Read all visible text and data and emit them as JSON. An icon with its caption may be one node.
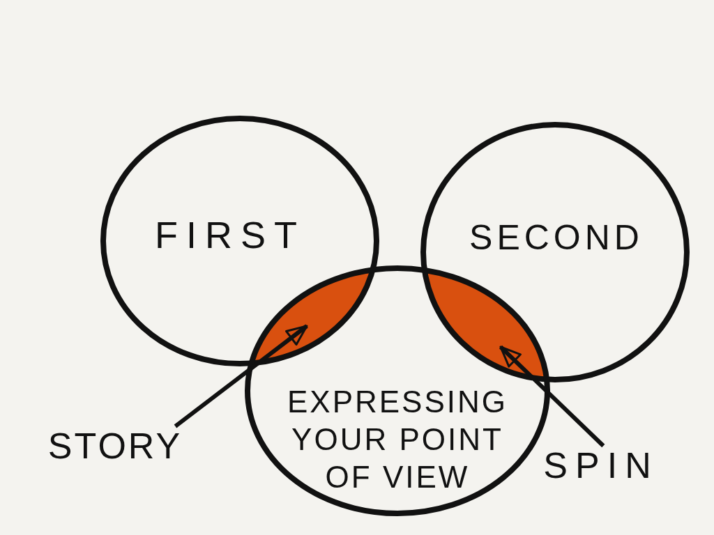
{
  "diagram": {
    "nodes": [
      {
        "text": [
          "FIRST"
        ]
      },
      {
        "text": [
          "SECOND"
        ]
      },
      {
        "text": [
          "EXPRESSING YOUR POINT OF VIEW"
        ]
      },
      {
        "text": [],
        "shape": "lens"
      },
      {
        "text": [],
        "shape": "lens"
      },
      {
        "text": [
          "STORY"
        ]
      },
      {
        "text": [
          "SPIN"
        ]
      }
    ],
    "edges": [
      {
        "from": 5,
        "to": 3,
        "arrow": "to"
      },
      {
        "from": 6,
        "to": 4,
        "arrow": "to"
      }
    ]
  }
}
